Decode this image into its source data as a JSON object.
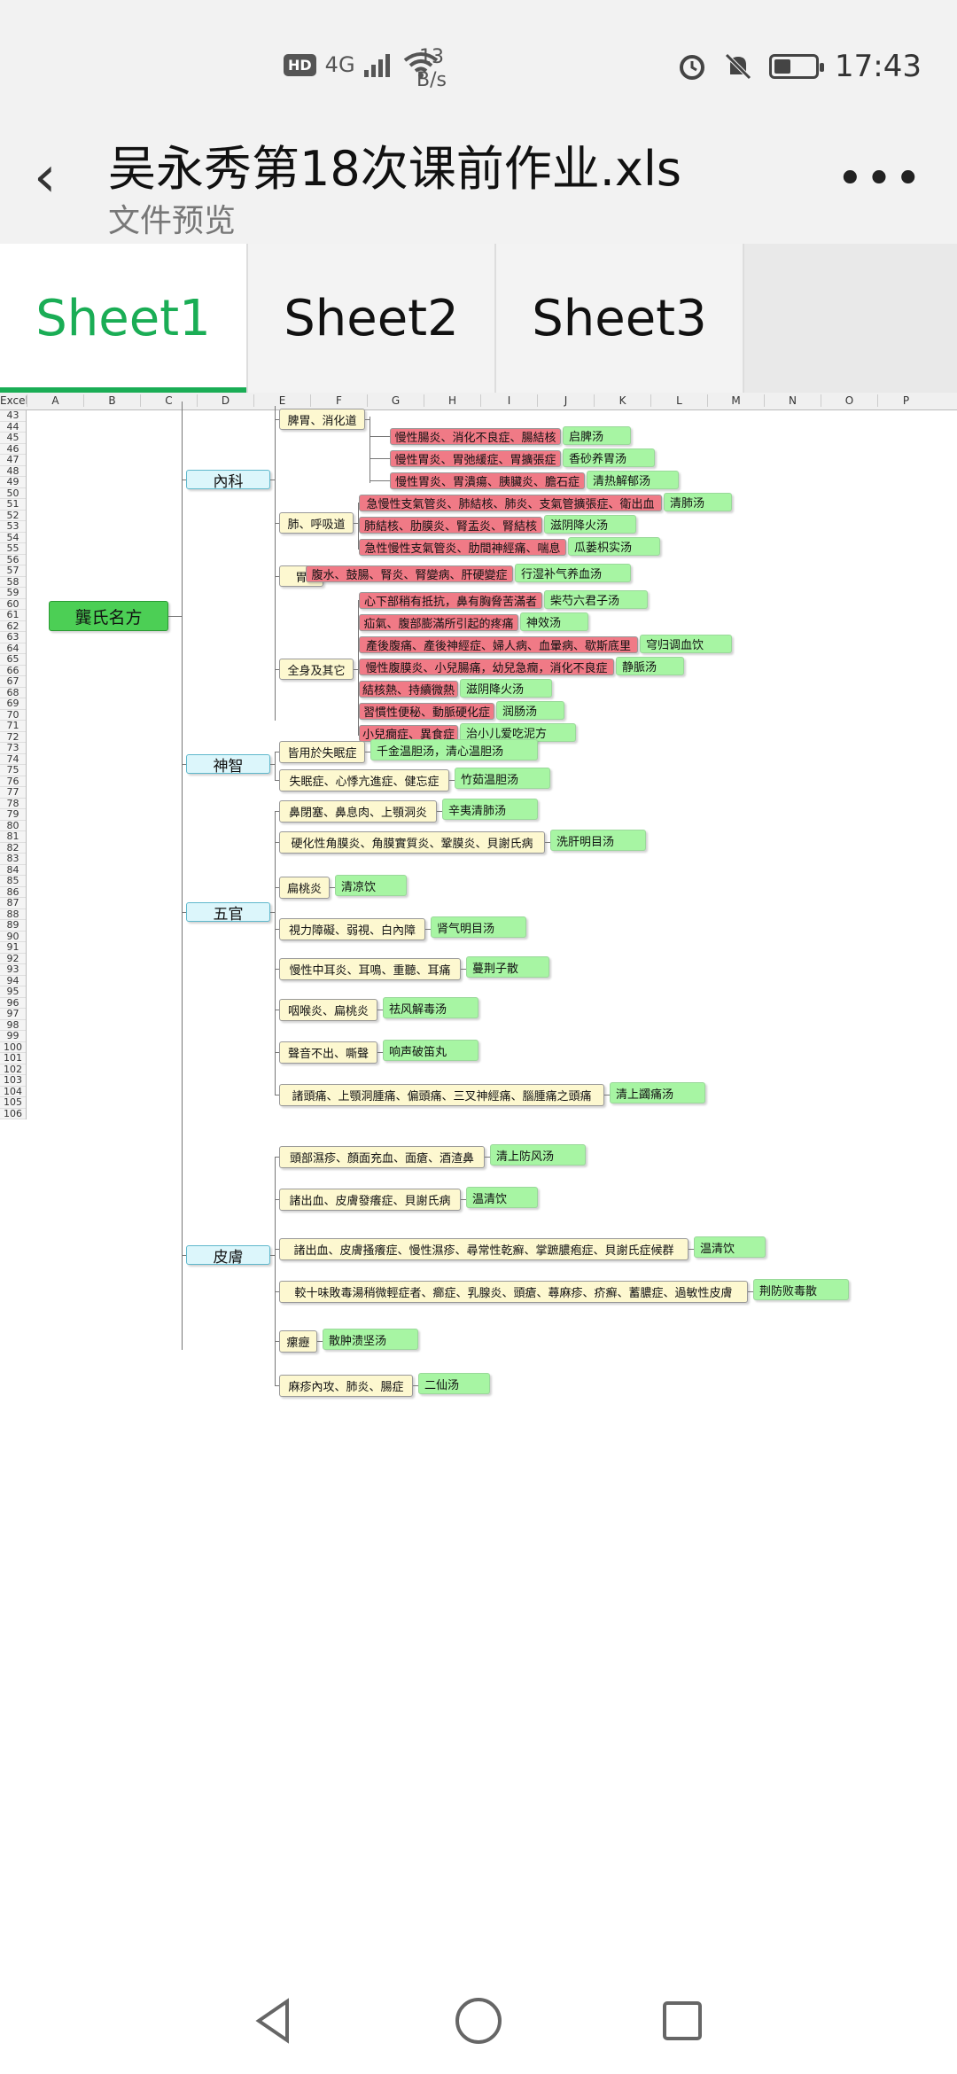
{
  "status": {
    "network": "4G",
    "speed_value": "13",
    "speed_unit": "B/s",
    "time": "17:43"
  },
  "header": {
    "title": "吴永秀第18次课前作业.xls",
    "subtitle": "文件预览"
  },
  "tabs": [
    {
      "label": "Sheet1"
    },
    {
      "label": "Sheet2"
    },
    {
      "label": "Sheet3"
    }
  ],
  "sheet": {
    "corner": "Excel",
    "columns": [
      "A",
      "B",
      "C",
      "D",
      "E",
      "F",
      "G",
      "H",
      "I",
      "J",
      "K",
      "L",
      "M",
      "N",
      "O",
      "P"
    ],
    "rows": [
      "43",
      "44",
      "45",
      "46",
      "47",
      "48",
      "49",
      "50",
      "51",
      "52",
      "53",
      "54",
      "55",
      "56",
      "57",
      "58",
      "59",
      "60",
      "61",
      "62",
      "63",
      "64",
      "65",
      "66",
      "67",
      "68",
      "69",
      "70",
      "71",
      "72",
      "73",
      "74",
      "75",
      "76",
      "77",
      "78",
      "79",
      "80",
      "81",
      "82",
      "83",
      "84",
      "85",
      "86",
      "87",
      "88",
      "89",
      "90",
      "91",
      "92",
      "93",
      "94",
      "95",
      "96",
      "97",
      "98",
      "99",
      "100",
      "101",
      "102",
      "103",
      "104",
      "105",
      "106"
    ]
  },
  "mindmap": {
    "root": "龔氏名方",
    "neike": {
      "label": "內科",
      "sub": [
        {
          "label": "脾胃、消化道",
          "items": [
            {
              "d": "慢性腸炎、消化不良症、腸結核",
              "f": "启脾汤"
            },
            {
              "d": "慢性胃炎、胃弛緩症、胃擴張症",
              "f": "香砂养胃汤"
            },
            {
              "d": "慢性胃炎、胃潰瘍、胰臟炎、膽石症",
              "f": "清热解郁汤"
            }
          ]
        },
        {
          "label": "肺、呼吸道",
          "items": [
            {
              "d": "急慢性支氣管炎、肺結核、肺炎、支氣管擴張症、衛出血",
              "f": "清肺汤"
            },
            {
              "d": "肺結核、肋膜炎、腎盂炎、腎結核",
              "f": "滋阴降火汤"
            },
            {
              "d": "急性慢性支氣管炎、肋間神經痛、喘息",
              "f": "瓜蒌枳实汤"
            }
          ]
        },
        {
          "label": "胃",
          "items": [
            {
              "d": "腹水、鼓腸、腎炎、腎變病、肝硬變症",
              "f": "行湿补气养血汤"
            }
          ]
        },
        {
          "label": "全身及其它",
          "items": [
            {
              "d": "心下部稍有抵抗，鼻有胸脅苦滿者",
              "f": "柴芍六君子汤"
            },
            {
              "d": "疝氣、腹部膨滿所引起的疼痛",
              "f": "神效汤"
            },
            {
              "d": "產後腹痛、產後神經症、婦人病、血暈病、歇斯底里",
              "f": "穹归调血饮"
            },
            {
              "d": "慢性腹膜炎、小兒腸痛，幼兒急癇，消化不良症",
              "f": "静脈汤"
            },
            {
              "d": "結核熱、持續微熱",
              "f": "滋阴降火汤"
            },
            {
              "d": "習慣性便秘、動脈硬化症",
              "f": "润肠汤"
            },
            {
              "d": "小兒癇症、異食症",
              "f": "治小儿爱吃泥方"
            }
          ]
        }
      ]
    },
    "shenzhi": {
      "label": "神智",
      "items": [
        {
          "d": "皆用於失眠症",
          "f": "千金温胆汤，清心温胆汤"
        },
        {
          "d": "失眠症、心悸亢進症、健忘症",
          "f": "竹茹温胆汤"
        }
      ]
    },
    "wuguan": {
      "label": "五官",
      "items": [
        {
          "d": "鼻閉塞、鼻息肉、上顎洞炎",
          "f": "辛夷清肺汤"
        },
        {
          "d": "硬化性角膜炎、角膜實質炎、鞏膜炎、貝謝氏病",
          "f": "洗肝明目汤"
        },
        {
          "d": "扁桃炎",
          "f": "清凉饮"
        },
        {
          "d": "視力障礙、弱視、白內障",
          "f": "肾气明目汤"
        },
        {
          "d": "慢性中耳炎、耳鳴、重聽、耳痛",
          "f": "蔓荆子散"
        },
        {
          "d": "咽喉炎、扁桃炎",
          "f": "祛风解毒汤"
        },
        {
          "d": "聲音不出、嘶聲",
          "f": "响声破笛丸"
        },
        {
          "d": "諸頭痛、上顎洞腫痛、偏頭痛、三叉神經痛、腦腫痛之頭痛",
          "f": "清上蠲痛汤"
        }
      ]
    },
    "pifu": {
      "label": "皮膚",
      "items": [
        {
          "d": "頭部濕疹、顏面充血、面瘡、酒渣鼻",
          "f": "清上防风汤"
        },
        {
          "d": "諸出血、皮膚發癢症、貝謝氏病",
          "f": "温清饮"
        },
        {
          "d": "諸出血、皮膚搔癢症、慢性濕疹、尋常性乾癬、掌蹠膿疱症、貝謝氏症候群",
          "f": "温清饮"
        },
        {
          "d": "較十味敗毒湯稍微輕症者、癤症、乳腺炎、頭瘡、蕁麻疹、疥癬、蓄膿症、過敏性皮膚",
          "f": "荆防败毒散"
        },
        {
          "d": "瘰癧",
          "f": "散肿溃坚汤"
        },
        {
          "d": "麻疹內攻、肺炎、腸症",
          "f": "二仙汤"
        }
      ]
    }
  }
}
